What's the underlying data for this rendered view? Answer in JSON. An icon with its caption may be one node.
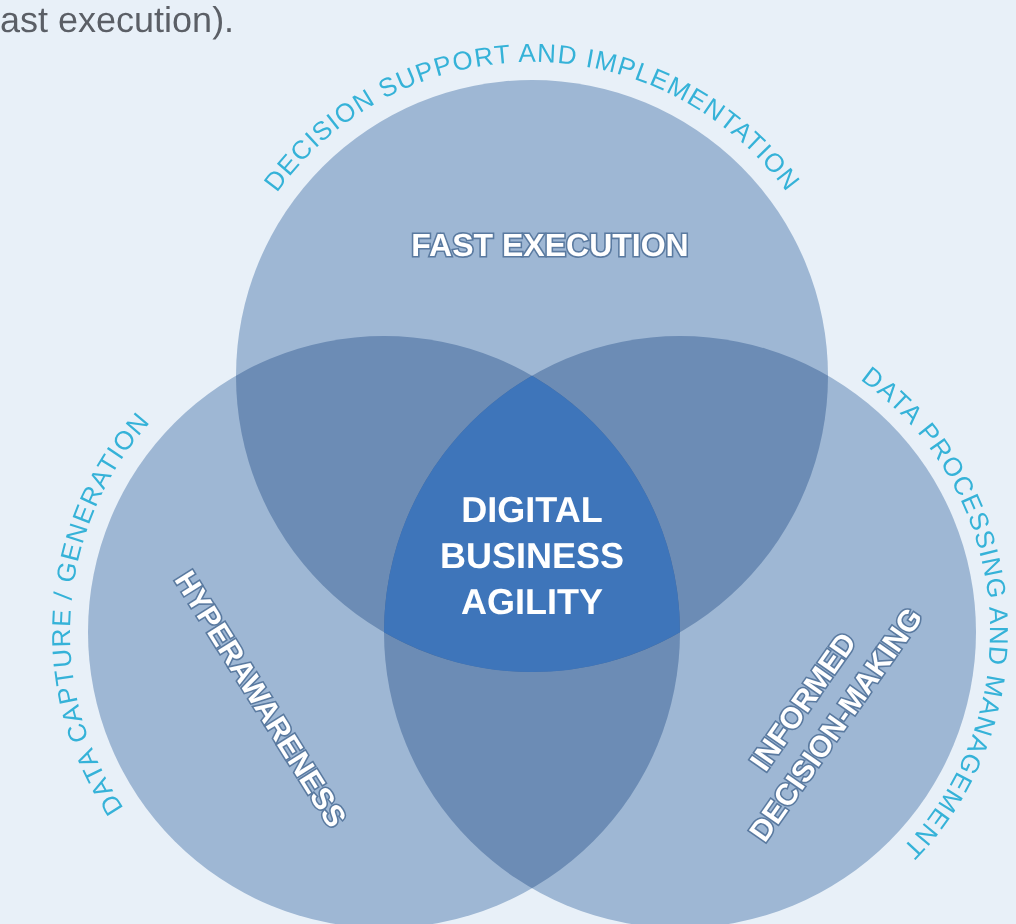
{
  "diagram": {
    "nodes": [
      {
        "text": [
          "DECISION SUPPORT AND IMPLEMENTATION",
          "FAST EXECUTION"
        ]
      },
      {
        "text": [
          "DATA CAPTURE / GENERATION",
          "HYPERAWARENESS"
        ]
      },
      {
        "text": [
          "DIGITAL BUSINESS AGILITY"
        ]
      },
      {
        "text": [
          "DATA PROCESSING AND MANAGEMENT",
          "INFORMED DECISION-MAKING"
        ]
      }
    ],
    "labels": [
      "ast execution)."
    ]
  }
}
